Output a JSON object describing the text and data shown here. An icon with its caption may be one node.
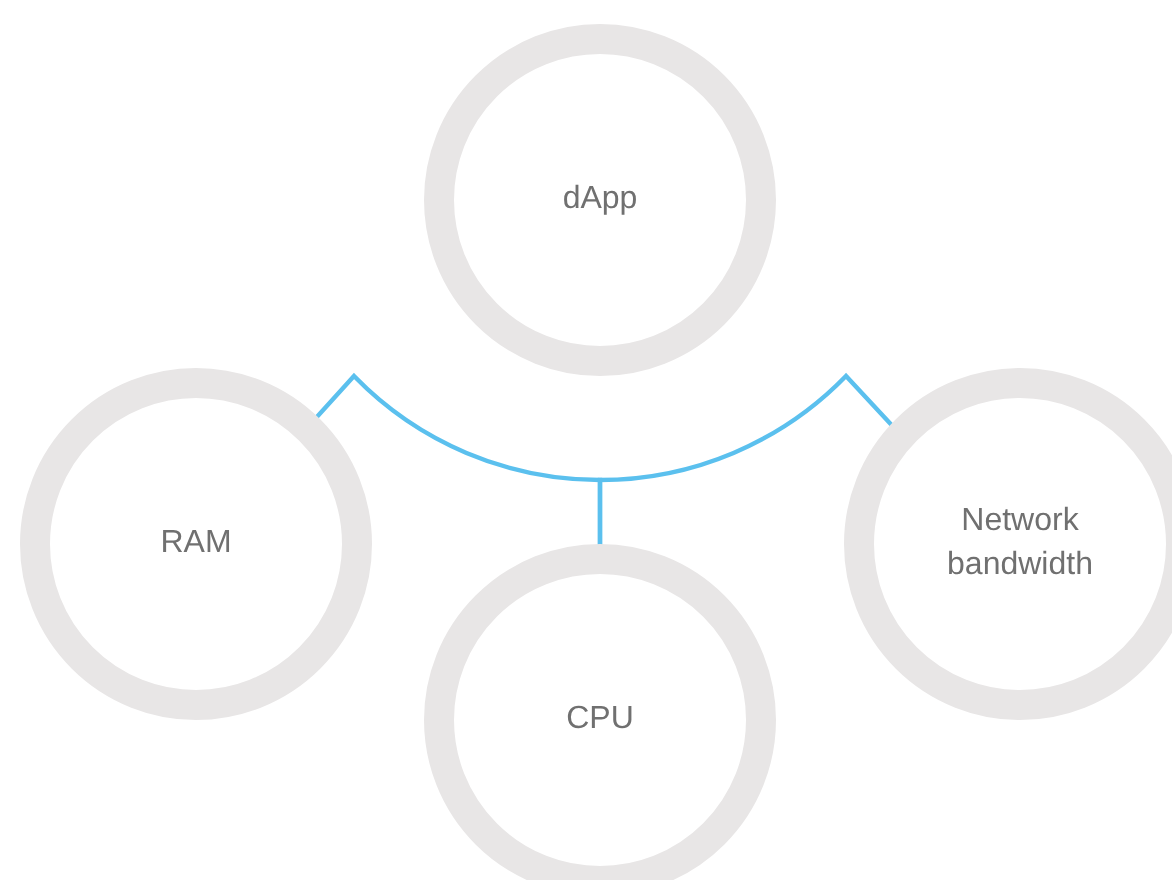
{
  "diagram": {
    "nodes": [
      {
        "text": [
          "dApp"
        ]
      },
      {
        "text": [
          "RAM"
        ]
      },
      {
        "text": [
          "CPU"
        ]
      },
      {
        "text": [
          "Network bandwidth"
        ]
      }
    ],
    "edges": [
      {
        "from": 1,
        "to": 2,
        "arrow": "none"
      },
      {
        "from": 3,
        "to": 2,
        "arrow": "none"
      }
    ]
  }
}
